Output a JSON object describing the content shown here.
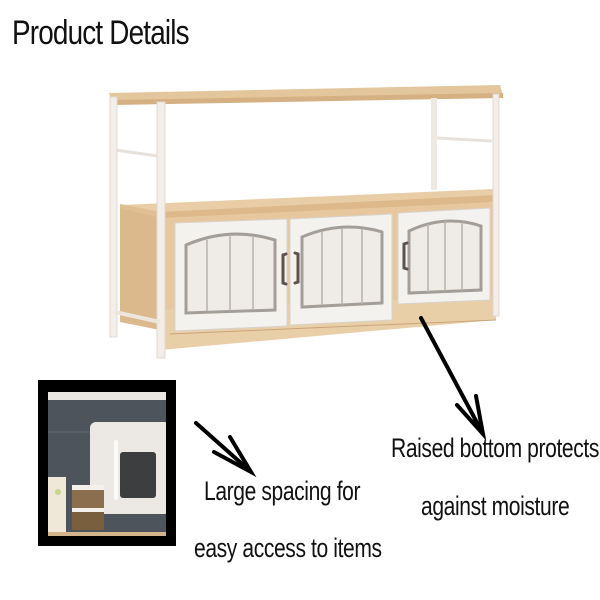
{
  "header": {
    "title": "Product Details"
  },
  "product": {
    "name": "sideboard-cabinet",
    "door_count": 3,
    "colors": {
      "wood": "#e6c9a0",
      "wood_dark": "#d2ad7e",
      "frame": "#f2ede8",
      "door": "#f3f1ee",
      "door_trim": "#9e9a94",
      "handle": "#5d534c"
    }
  },
  "callouts": [
    {
      "id": "spacing",
      "lines": [
        "Large spacing for",
        "easy access to items"
      ]
    },
    {
      "id": "moisture",
      "lines": [
        "Raised bottom protects",
        "against moisture"
      ]
    }
  ],
  "inset": {
    "subject": "microwave-on-shelf"
  }
}
